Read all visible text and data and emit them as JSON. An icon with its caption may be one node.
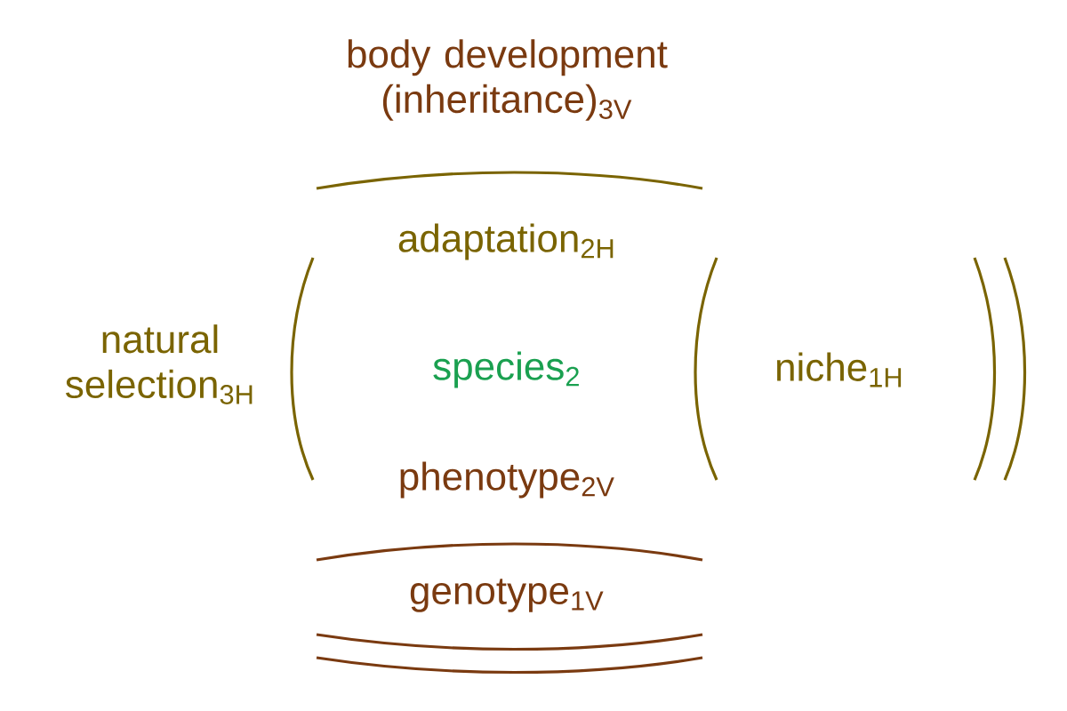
{
  "diagram": {
    "labels": [
      "body development (inheritance)$_{3V}$",
      "adaptation$_{2H}$",
      "natural selection$_{3H}$",
      "species$_{2}$",
      "niche$_{1H}$",
      "phenotype$_{2V}$",
      "genotype$_{1V}$"
    ]
  }
}
